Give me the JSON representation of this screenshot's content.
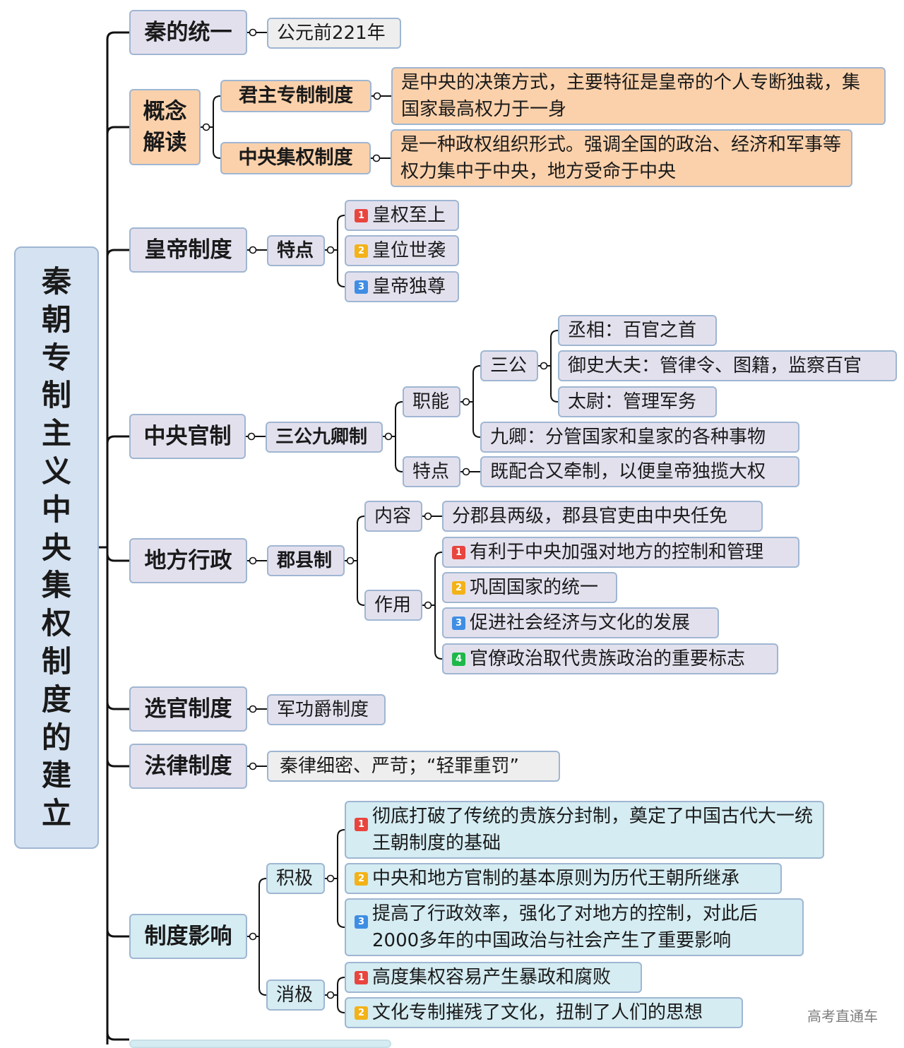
{
  "root": {
    "title": [
      "秦",
      "朝",
      "专",
      "制",
      "主",
      "义",
      "中",
      "央",
      "集",
      "权",
      "制",
      "度",
      "的",
      "建",
      "立"
    ]
  },
  "unification": {
    "label": "秦的统一",
    "date": "公元前221年"
  },
  "concepts": {
    "label": "概念解读",
    "monarchy": {
      "label": "君主专制制度",
      "desc": "是中央的决策方式，主要特征是皇帝的个人专断独裁，集国家最高权力于一身"
    },
    "centralization": {
      "label": "中央集权制度",
      "desc": "是一种政权组织形式。强调全国的政治、经济和军事等权力集中于中央，地方受命于中央"
    }
  },
  "emperor": {
    "label": "皇帝制度",
    "feature_label": "特点",
    "features": [
      "皇权至上",
      "皇位世袭",
      "皇帝独尊"
    ]
  },
  "central_officials": {
    "label": "中央官制",
    "system": "三公九卿制",
    "function_label": "职能",
    "sangong": {
      "label": "三公",
      "items": [
        "丞相：百官之首",
        "御史大夫：管律令、图籍，监察百官",
        "太尉：管理军务"
      ]
    },
    "jiuqing": "九卿：分管国家和皇家的各种事物",
    "feature_label": "特点",
    "feature": "既配合又牵制，以便皇帝独揽大权"
  },
  "local_admin": {
    "label": "地方行政",
    "system": "郡县制",
    "content_label": "内容",
    "content": "分郡县两级，郡县官吏由中央任免",
    "effect_label": "作用",
    "effects": [
      "有利于中央加强对地方的控制和管理",
      "巩固国家的统一",
      "促进社会经济与文化的发展",
      "官僚政治取代贵族政治的重要标志"
    ]
  },
  "selection": {
    "label": "选官制度",
    "value": "军功爵制度"
  },
  "law": {
    "label": "法律制度",
    "value": "秦律细密、严苛；“轻罪重罚”"
  },
  "influence": {
    "label": "制度影响",
    "positive_label": "积极",
    "positive": [
      "彻底打破了传统的贵族分封制，奠定了中国古代大一统王朝制度的基础",
      "中央和地方官制的基本原则为历代王朝所继承",
      "提高了行政效率，强化了对地方的控制，对此后2000多年的中国政治与社会产生了重要影响"
    ],
    "negative_label": "消极",
    "negative": [
      "高度集权容易产生暴政和腐败",
      "文化专制摧残了文化，扭制了人们的思想"
    ]
  },
  "icon_numbers": [
    "1",
    "2",
    "3",
    "4"
  ],
  "colors": {
    "frame": "#9fb6d2",
    "root": "#d5e2f1",
    "lavender": "#e3e0ee",
    "peach": "#fbd1ab",
    "lightblue": "#d4ecf2",
    "gray": "#eeeeee",
    "line": "#111111"
  },
  "watermark": "高考直通车"
}
